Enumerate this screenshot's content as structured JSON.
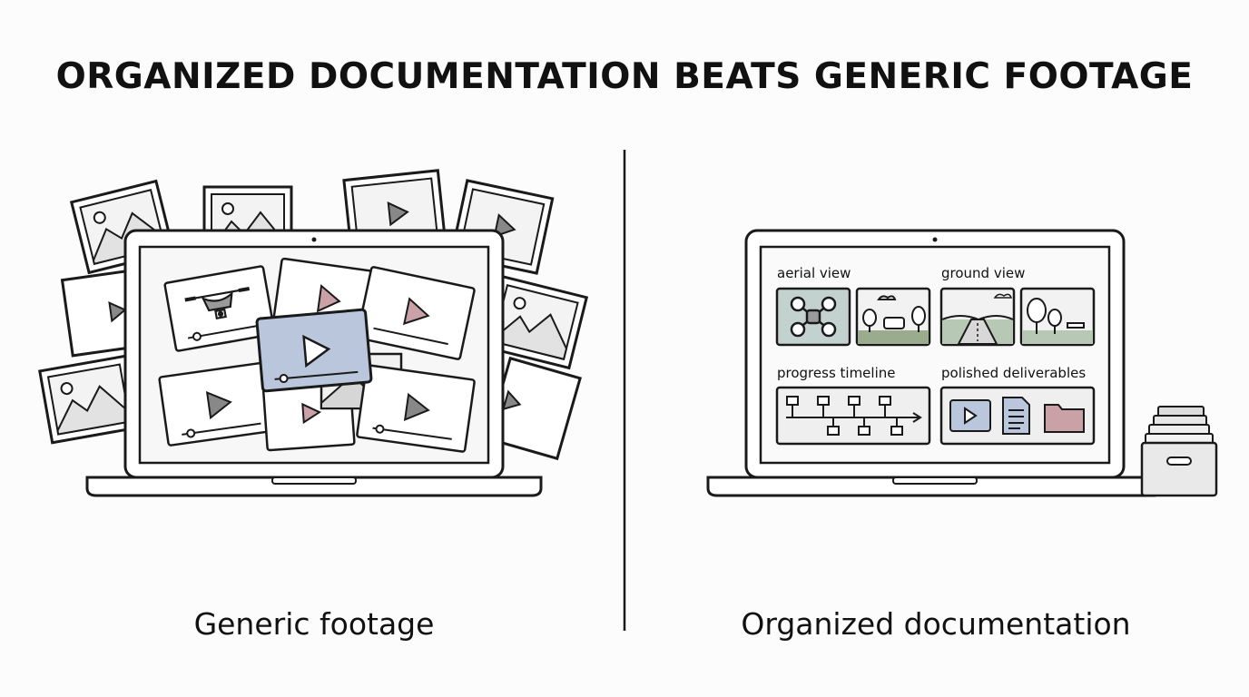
{
  "title": "ORGANIZED DOCUMENTATION BEATS GENERIC FOOTAGE",
  "left": {
    "caption": "Generic footage"
  },
  "right": {
    "caption": "Organized documentation",
    "sections": {
      "aerial": "aerial view",
      "ground": "ground view",
      "timeline": "progress timeline",
      "deliverables": "polished deliverables"
    }
  },
  "colors": {
    "ink": "#1a1a1a",
    "blue": "#b9c6dc",
    "sage": "#b7c8b4",
    "mauve": "#c9a1a6",
    "grey": "#9a9a9a",
    "light": "#eeeeee"
  }
}
